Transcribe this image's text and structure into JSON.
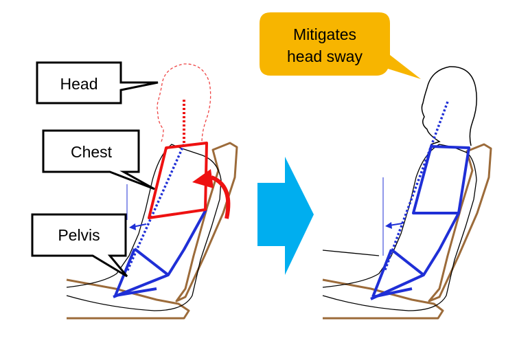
{
  "labels": {
    "head": "Head",
    "chest": "Chest",
    "pelvis": "Pelvis"
  },
  "callout": {
    "line1": "Mitigates",
    "line2": "head sway"
  },
  "colors": {
    "seat": "#9c6b3a",
    "body_frame": "#1f2fd6",
    "chest_highlight": "#ee1111",
    "arrow": "#00aeef",
    "callout_bg": "#f7b500",
    "outline": "#000000"
  }
}
